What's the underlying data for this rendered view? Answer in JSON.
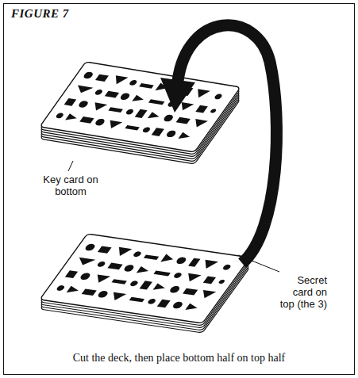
{
  "diagram": {
    "title": "FIGURE 7",
    "caption": "Cut the deck, then place bottom half on top half",
    "labels": [
      "Key card on bottom",
      "Secret card on top (the 3)"
    ]
  }
}
